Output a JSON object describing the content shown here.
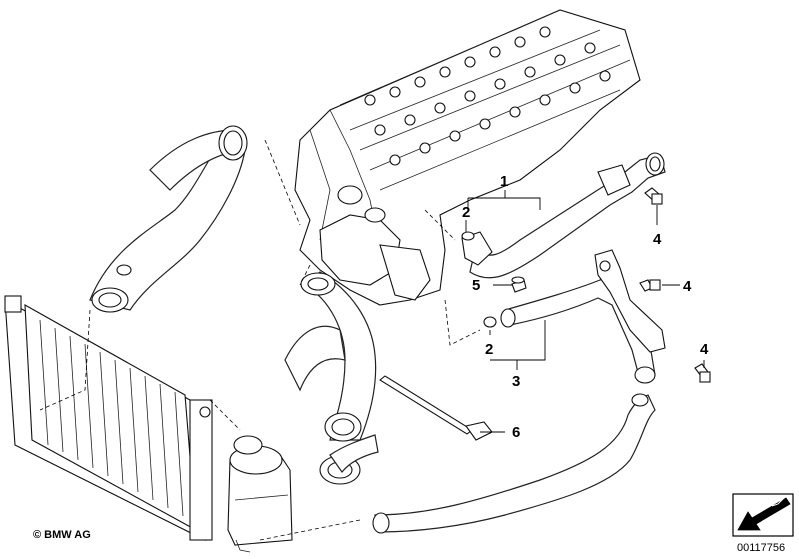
{
  "callouts": {
    "hose_assembly_1": "1",
    "seal_2_upper": "2",
    "seal_2_lower": "2",
    "pipe_assembly_3": "3",
    "bolt_4_top": "4",
    "bolt_4_middle": "4",
    "bolt_4_bottom": "4",
    "plug_5": "5",
    "cable_tie_6": "6"
  },
  "copyright": "© BMW AG",
  "reference_number": "00117756",
  "icons": [
    "arrow-pointer-icon"
  ]
}
